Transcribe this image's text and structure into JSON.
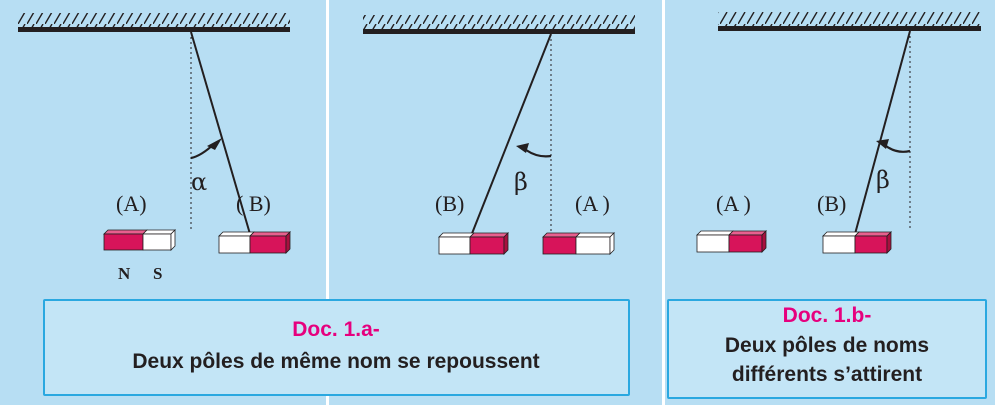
{
  "colors": {
    "background": "#b7def3",
    "divider": "#ffffff",
    "caption_border": "#2aa8e0",
    "caption_fill": "#c3e5f6",
    "magnet_red": "#d7145a",
    "magnet_white": "#ffffff",
    "accent_title": "#e6007e",
    "ink": "#231f20"
  },
  "panel_a": {
    "label_left": "(A)",
    "label_right": "( B)",
    "angle": "α",
    "pole_n": "N",
    "pole_s": "S"
  },
  "panel_b": {
    "label_left": "(B)",
    "angle": "β",
    "label_right": "(A )"
  },
  "panel_c": {
    "label_left": "(A )",
    "label_right": "(B)",
    "angle": "β"
  },
  "caption_a": {
    "title": "Doc. 1.a-",
    "text": "Deux pôles de même nom se repoussent"
  },
  "caption_b": {
    "title": "Doc. 1.b-",
    "line1": "Deux pôles de noms",
    "line2": "différents s’attirent"
  }
}
